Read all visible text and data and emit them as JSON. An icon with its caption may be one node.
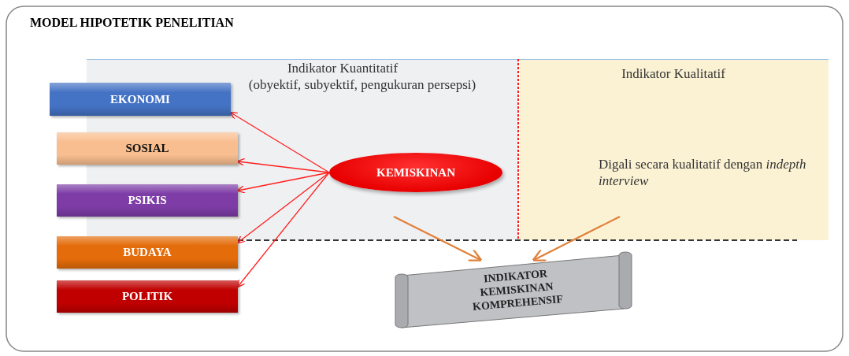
{
  "diagram": {
    "title": "MODEL HIPOTETIK PENELITIAN",
    "nodes": [
      {
        "text": [
          "EKONOMI"
        ]
      },
      {
        "text": [
          "SOSIAL"
        ]
      },
      {
        "text": [
          "PSIKIS"
        ]
      },
      {
        "text": [
          "BUDAYA"
        ]
      },
      {
        "text": [
          "POLITIK"
        ]
      },
      {
        "text": [
          "KEMISKINAN"
        ]
      },
      {
        "text": [
          "INDIKATOR KEMISKINAN KOMPREHENSIF"
        ]
      }
    ],
    "edges": [
      {
        "from": 5,
        "to": 0,
        "arrow": "to"
      },
      {
        "from": 5,
        "to": 1,
        "arrow": "to"
      },
      {
        "from": 5,
        "to": 2,
        "arrow": "to"
      },
      {
        "from": 5,
        "to": 3,
        "arrow": "to"
      },
      {
        "from": 5,
        "to": 4,
        "arrow": "to"
      },
      {
        "from": null,
        "to": 6,
        "arrow": "to",
        "color": "#e0803a"
      },
      {
        "from": null,
        "to": 6,
        "arrow": "to",
        "color": "#e0803a"
      }
    ],
    "labels": [
      "Indikator Kuantitatif",
      "(obyektif, subyektif, pengukuran persepsi)",
      "Indikator Kualitatif",
      "Digali secara kualitatif dengan *indepth interview*"
    ]
  }
}
